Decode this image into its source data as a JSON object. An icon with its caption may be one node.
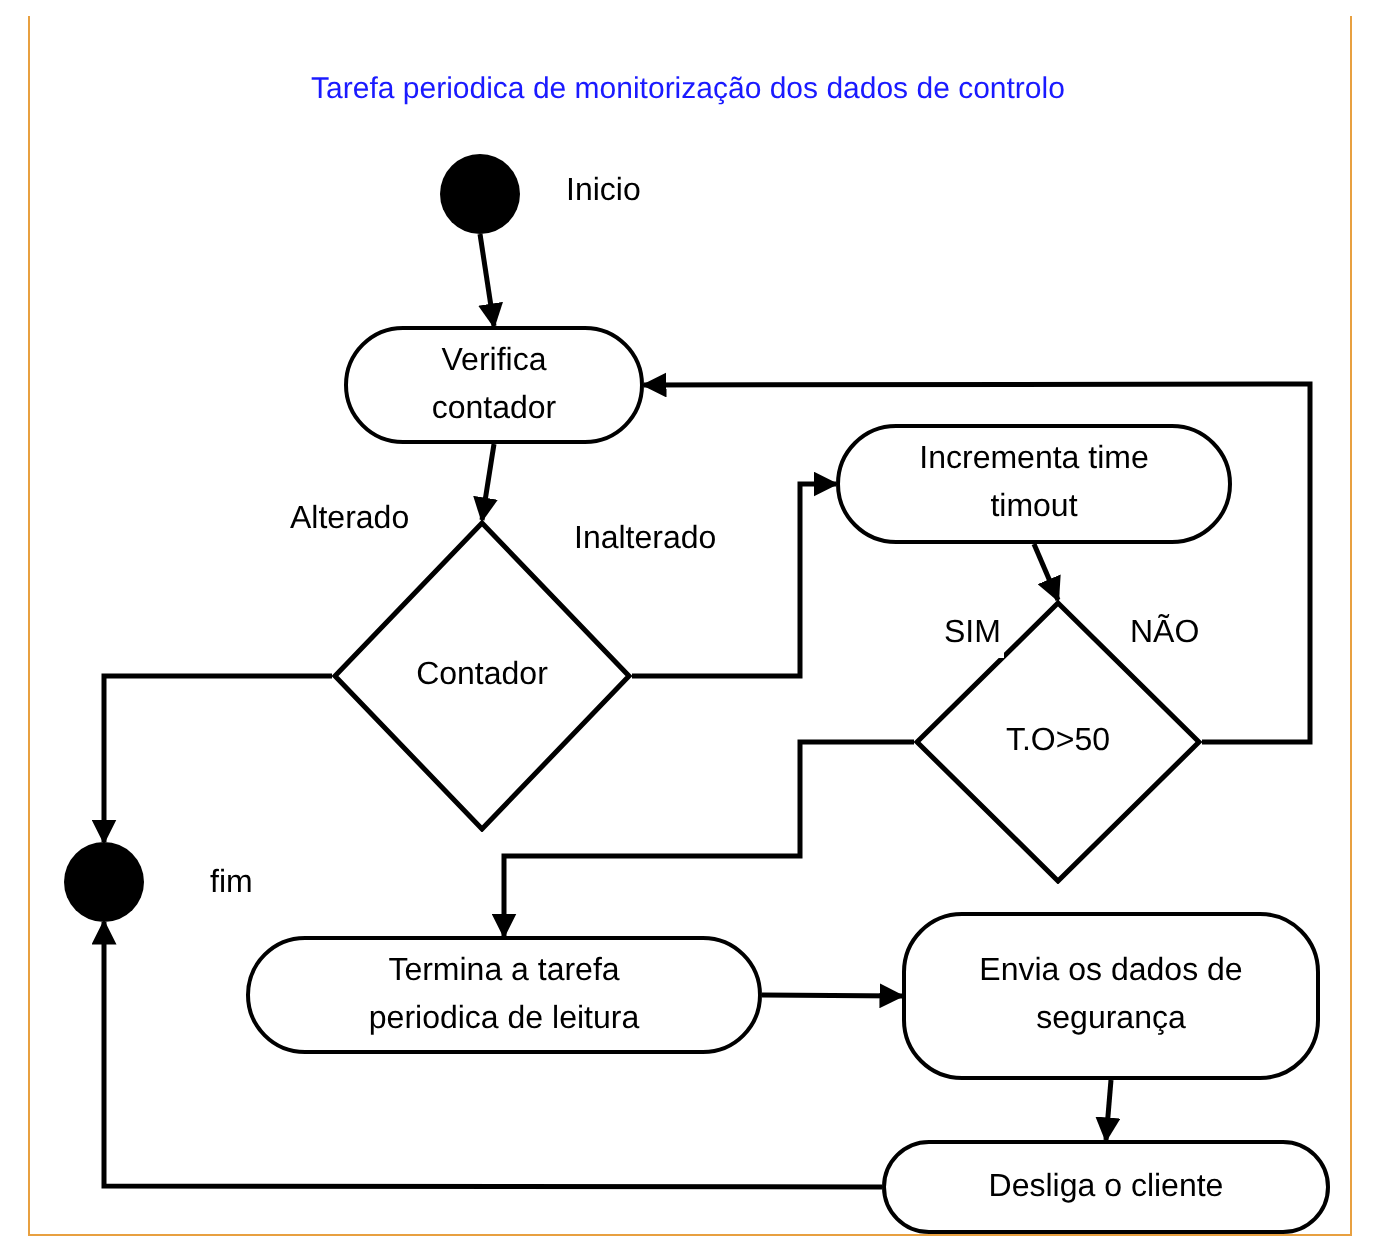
{
  "diagram": {
    "title": "Tarefa periodica de monitorização dos dados de controlo",
    "nodes": [
      {
        "text": [],
        "shape": "circle",
        "beside": [
          "Inicio"
        ]
      },
      {
        "text": [
          "Verifica contador"
        ]
      },
      {
        "text": [
          "Contador"
        ]
      },
      {
        "text": [
          "Incrementa time timout"
        ]
      },
      {
        "text": [
          "T.O>50"
        ]
      },
      {
        "text": [],
        "shape": "circle",
        "beside": [
          "fim"
        ]
      },
      {
        "text": [
          "Termina a tarefa periodica de leitura"
        ]
      },
      {
        "text": [
          "Envia os dados de segurança"
        ]
      },
      {
        "text": [
          "Desliga o cliente"
        ]
      }
    ],
    "edges": [
      {
        "from": 0,
        "to": 1,
        "arrow": "to"
      },
      {
        "from": 1,
        "to": 2,
        "arrow": "to"
      },
      {
        "from": 2,
        "to": 5,
        "arrow": "to",
        "label": "Alterado"
      },
      {
        "from": 2,
        "to": 3,
        "arrow": "to",
        "label": "Inalterado"
      },
      {
        "from": 3,
        "to": 4,
        "arrow": "to"
      },
      {
        "from": 4,
        "to": 1,
        "arrow": "to",
        "label": "NÃO"
      },
      {
        "from": 4,
        "to": 6,
        "arrow": "to",
        "label": "SIM"
      },
      {
        "from": 6,
        "to": 7,
        "arrow": "to"
      },
      {
        "from": 7,
        "to": 8,
        "arrow": "to"
      },
      {
        "from": 8,
        "to": 5,
        "arrow": "to"
      }
    ]
  }
}
